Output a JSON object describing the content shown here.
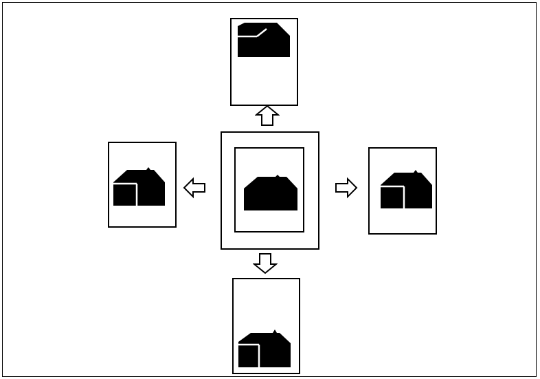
{
  "colors": {
    "ink": "#000000",
    "paper": "#ffffff"
  },
  "icons": {
    "page": "document-page-icon",
    "house": "house-shape-icon",
    "arrow": "hollow-arrow-icon"
  },
  "shift_directions": [
    "up",
    "left",
    "right",
    "down"
  ]
}
